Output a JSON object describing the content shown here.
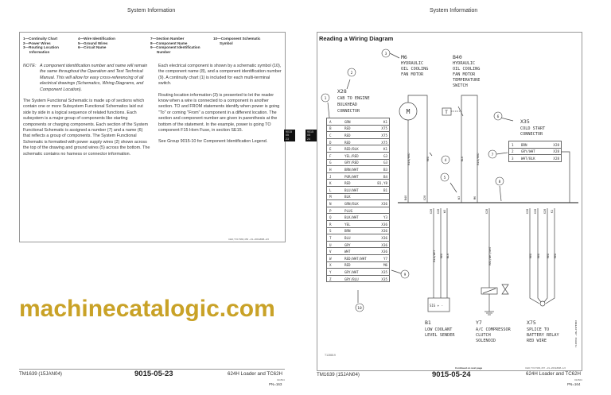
{
  "left_page": {
    "header": "System Information",
    "legend": [
      [
        "1—Continuity Chart",
        "2—Power Wires",
        "3—Routing Location",
        "   Information"
      ],
      [
        "4—Wire Identification",
        "5—Ground Wires",
        "6—Circuit Name"
      ],
      [
        "7—Section Number",
        "8—Component Name",
        "9—Component Identification",
        "   Number"
      ],
      [
        "10—Component Schematic",
        "   Symbol"
      ]
    ],
    "note_label": "NOTE:",
    "note_text": "A component identification number and name will remain the same throughout the Operation and Test Technical Manual. This will allow for easy cross-referencing of all electrical drawings (Schematics, Wiring Diagrams, and Component Location).",
    "para1": "The System Functional Schematic is made up of sections which contain one or more Subsystem Functional Schematics laid out side by side in a logical sequence of related functions. Each subsystem is a major group of components like starting components or charging components. Each section of the System Functional Schematic is assigned a number (7) and a name (6) that reflects a group of components. The System Functional Schematic is formatted with power supply wires (2) shown across the top of the drawing and ground wires (5) across the bottom. The schematic contains no harness or connector information.",
    "para2": "Each electrical component is shown by a schematic symbol (10), the component name (8), and a component identification number (9). A continuity chart (1) is included for each multi-terminal switch.",
    "para3": "Routing location information (3) is presented to let the reader know when a wire is connected to a component in another section. TO and FROM statements identify when power is going \"To\" or coming \"From\" a component in a different location. The section and component number are given in parenthesis at the bottom of the statement. In the example, power is going TO component F15 Horn Fuse, in section SE15.",
    "para4": "See Group 9015-10 for Component Identification Legend.",
    "ref_code": "CED,TX17984,456  –19–26FEB98–2/2",
    "side_tab": [
      "9015",
      "05",
      "23"
    ],
    "footer_left": "TM1639 (15JAN04)",
    "footer_center": "9015-05-23",
    "footer_right": "624H Loader and TC62H",
    "footer_small": "011504",
    "footer_pn": "PN=163"
  },
  "right_page": {
    "header": "System Information",
    "title": "Reading a Wiring Diagram",
    "side_tab": [
      "9015",
      "05",
      "24"
    ],
    "callouts": [
      "1",
      "2",
      "3",
      "4",
      "5",
      "6",
      "7",
      "8",
      "9",
      "10"
    ],
    "x28": {
      "id": "X28",
      "name": [
        "CAB TO ENGINE",
        "BULKHEAD",
        "CONNECTOR"
      ],
      "rows": [
        [
          "A",
          "GRN",
          "K1"
        ],
        [
          "B",
          "RED",
          "X75"
        ],
        [
          "C",
          "RED",
          "X75"
        ],
        [
          "D",
          "RED",
          "X75"
        ],
        [
          "E",
          "RED/BLK",
          "K1"
        ],
        [
          "F",
          "YEL/RED",
          "G3"
        ],
        [
          "G",
          "GRY/RED",
          "G3"
        ],
        [
          "H",
          "BRN/WHT",
          "B3"
        ],
        [
          "J",
          "PUR/WHT",
          "B4"
        ],
        [
          "K",
          "RED",
          "B1,Y8"
        ],
        [
          "L",
          "BLU/WHT",
          "B1"
        ],
        [
          "M",
          "BLK",
          ""
        ],
        [
          "N",
          "GRN/BLK",
          "X36"
        ],
        [
          "P",
          "PLUG",
          ""
        ],
        [
          "Q",
          "BLK/WHT",
          "Y3"
        ],
        [
          "R",
          "YEL",
          "X36"
        ],
        [
          "S",
          "BRN",
          "X36"
        ],
        [
          "T",
          "BLU",
          "X36"
        ],
        [
          "U",
          "GRY",
          "X36"
        ],
        [
          "V",
          "WHT",
          "X36"
        ],
        [
          "W",
          "RED/WHT/WHT",
          "Y7"
        ],
        [
          "X",
          "RED",
          "M6"
        ],
        [
          "Y",
          "GRY/WHT",
          "X35"
        ],
        [
          "Z",
          "GRY/BLU",
          "X35"
        ]
      ]
    },
    "m6": {
      "id": "M6",
      "name": [
        "HYDRAULIC",
        "OIL COOLING",
        "FAN MOTOR"
      ],
      "symbol": "M"
    },
    "b40": {
      "id": "B40",
      "name": [
        "HYDRAULIC",
        "OIL COOLING",
        "FAN MOTOR",
        "TEMPERATURE",
        "SWITCH"
      ],
      "symbol": "T"
    },
    "x35": {
      "id": "X35",
      "name": [
        "COLD START",
        "CONNECTOR"
      ],
      "rows": [
        [
          "1",
          "BRN",
          "X28"
        ],
        [
          "2",
          "GRY/WHT",
          "X28"
        ],
        [
          "3",
          "WHT/BLK",
          "X28"
        ]
      ]
    },
    "wire_colors_top": [
      "BLK/RED",
      "RED",
      "BLK",
      "BLK/RED"
    ],
    "bus_labels_top": [
      "B40",
      "X28",
      "W3",
      "M6"
    ],
    "bus_labels_bottom": [
      "X28",
      "X28",
      "W3",
      "X28",
      "X28",
      "X28",
      "X28",
      "K1"
    ],
    "wire_colors_bottom": [
      "BLU/WHT",
      "RED",
      "BLK",
      "RED/WHT/WHT",
      "RED",
      "RED",
      "RED",
      "RED"
    ],
    "b1_terminals": "SIG  +  -",
    "b1": {
      "id": "B1",
      "name": [
        "LOW COOLANT",
        "LEVEL SENDER"
      ]
    },
    "y7": {
      "id": "Y7",
      "name": [
        "A/C COMPRESSOR",
        "CLUTCH",
        "SOLENOID"
      ]
    },
    "x75": {
      "id": "X75",
      "name": [
        "SPLICE TO",
        "BATTERY RELAY",
        "RED WIRE"
      ]
    },
    "figure_id": "T128819",
    "figure_side": "T128819  –UN–29FEB00",
    "continued": "Continued on next page",
    "ref_code": "CED,TX17984,457  –19–26FEB98–1/2",
    "footer_left": "TM1639 (15JAN04)",
    "footer_center": "9015-05-24",
    "footer_right": "624H Loader and TC62H",
    "footer_small": "011504",
    "footer_pn": "PN=164"
  },
  "watermark": "machinecatalogic.com",
  "colors": {
    "watermark": "#c9a227",
    "tab": "#111111"
  }
}
